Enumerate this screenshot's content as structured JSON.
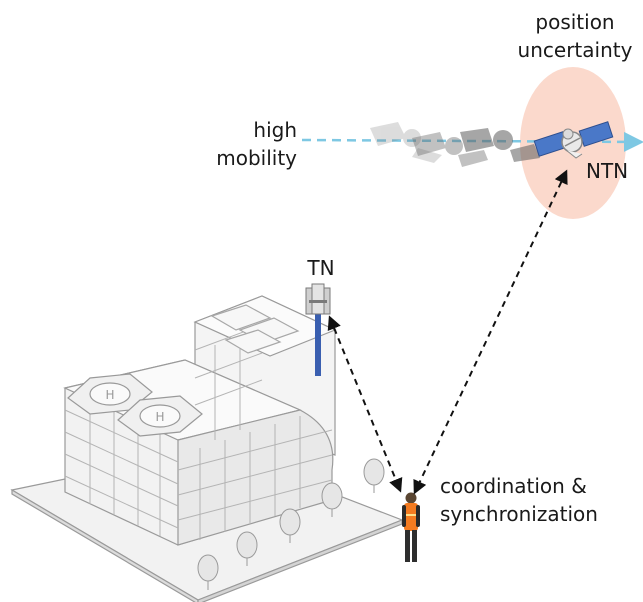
{
  "labels": {
    "position_uncertainty_line1": "position",
    "position_uncertainty_line2": "uncertainty",
    "high_mobility_line1": "high",
    "high_mobility_line2": "mobility",
    "ntn": "NTN",
    "tn": "TN",
    "coordination_line1": "coordination &",
    "coordination_line2": "synchronization"
  },
  "colors": {
    "uncertainty_ellipse": "#fbd9cc",
    "trajectory": "#7ec8e3",
    "tower_pole": "#3a5fb0",
    "panels": "#4a78c8",
    "worker_vest": "#f47b20",
    "building_line": "#9a9a9a",
    "building_fill": "#efefef",
    "link": "#111111"
  },
  "icons": [
    "satellite-icon",
    "tower-icon",
    "building-icon",
    "worker-icon",
    "tree-icon"
  ]
}
